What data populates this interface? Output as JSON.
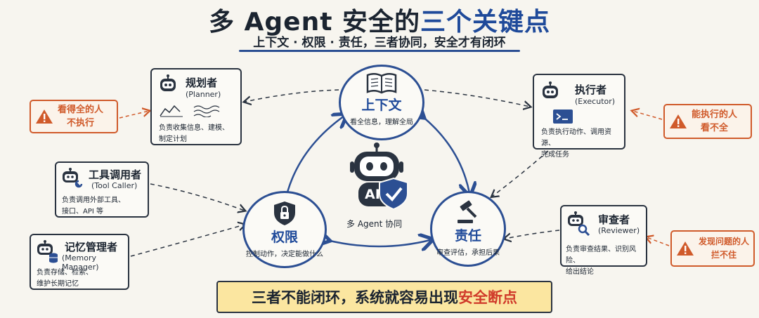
{
  "title": {
    "main": "多 Agent 安全的",
    "highlight": "三个关键点"
  },
  "subtitle": "上下文 · 权限 · 责任，三者协同，安全才有闭环",
  "center": {
    "label": "多 Agent 协同",
    "badge": "AI"
  },
  "pillars": {
    "context": {
      "title": "上下文",
      "desc": "看全信息，理解全局"
    },
    "permission": {
      "title": "权限",
      "desc": "控制动作，决定能做什么"
    },
    "responsibility": {
      "title": "责任",
      "desc": "审查评估，承担后果"
    }
  },
  "agents": {
    "planner": {
      "name": "规划者",
      "en": "(Planner)",
      "desc": [
        "负责收集信息、建模、",
        "制定计划"
      ]
    },
    "executor": {
      "name": "执行者",
      "en": "(Executor)",
      "desc": [
        "负责执行动作、调用资源、",
        "完成任务"
      ]
    },
    "tool_caller": {
      "name": "工具调用者",
      "en": "(Tool Caller)",
      "desc": [
        "负责调用外部工具、",
        "接口、API 等"
      ]
    },
    "memory_manager": {
      "name": "记忆管理者",
      "en": "(Memory Manager)",
      "desc": [
        "负责存储、检索、",
        "维护长期记忆"
      ]
    },
    "reviewer": {
      "name": "审查者",
      "en": "(Reviewer)",
      "desc": [
        "负责审查结果、识别风险、",
        "给出结论"
      ]
    }
  },
  "warnings": {
    "planner": [
      "看得全的人",
      "不执行"
    ],
    "executor": [
      "能执行的人",
      "看不全"
    ],
    "reviewer": [
      "发现问题的人",
      "拦不住"
    ]
  },
  "banner": {
    "main": "三者不能闭环，系统就容易出现",
    "highlight": "安全断点"
  },
  "colors": {
    "accent": "#2c4f93",
    "warning": "#d05a2a",
    "banner_bg": "#fbe6a0",
    "highlight_red": "#d03a2a"
  }
}
